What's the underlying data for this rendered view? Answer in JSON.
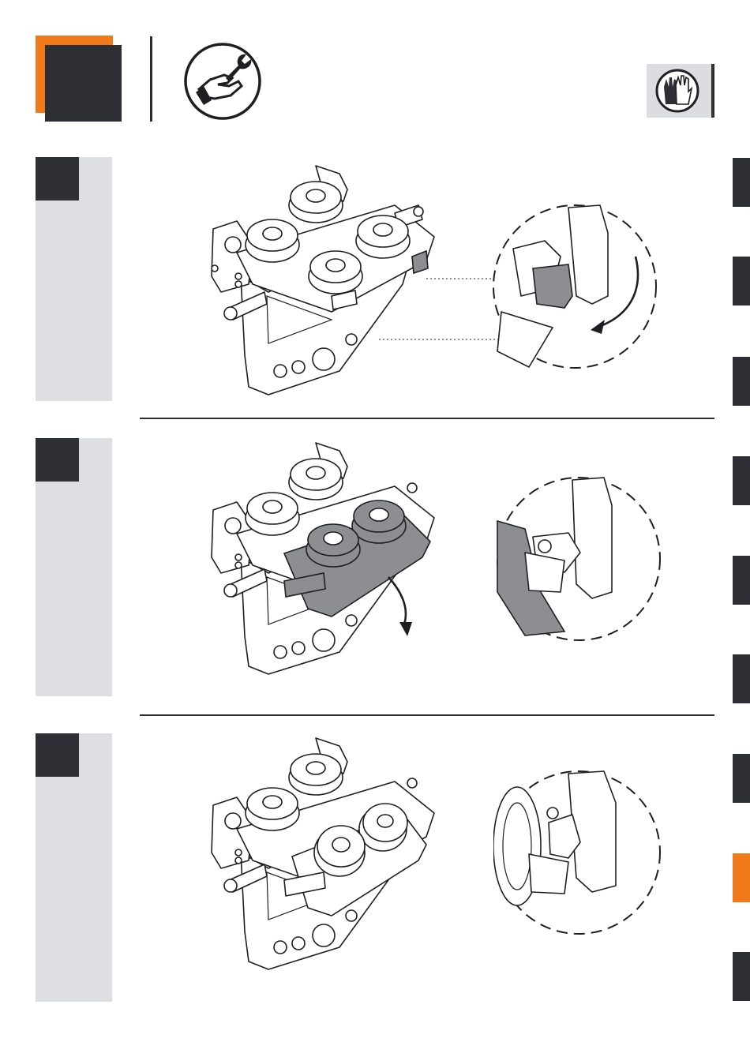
{
  "header": {
    "icons": [
      "chapter-badge",
      "service-hand-wrench-icon",
      "protective-gloves-icon"
    ],
    "colors": {
      "accent": "#f07a1a",
      "dark": "#2e2f35",
      "panel": "#dedfe3"
    }
  },
  "steps": [
    {
      "id": 1,
      "illustration": "roller-unit-latch-closed",
      "detail": "latch-rotate-arrow"
    },
    {
      "id": 2,
      "illustration": "roller-unit-lower-arm-swing-down",
      "detail": "latch-released"
    },
    {
      "id": 3,
      "illustration": "roller-unit-arm-lowered",
      "detail": "latch-open-view"
    }
  ],
  "side_tabs": {
    "count": 9,
    "active_index": 7
  }
}
